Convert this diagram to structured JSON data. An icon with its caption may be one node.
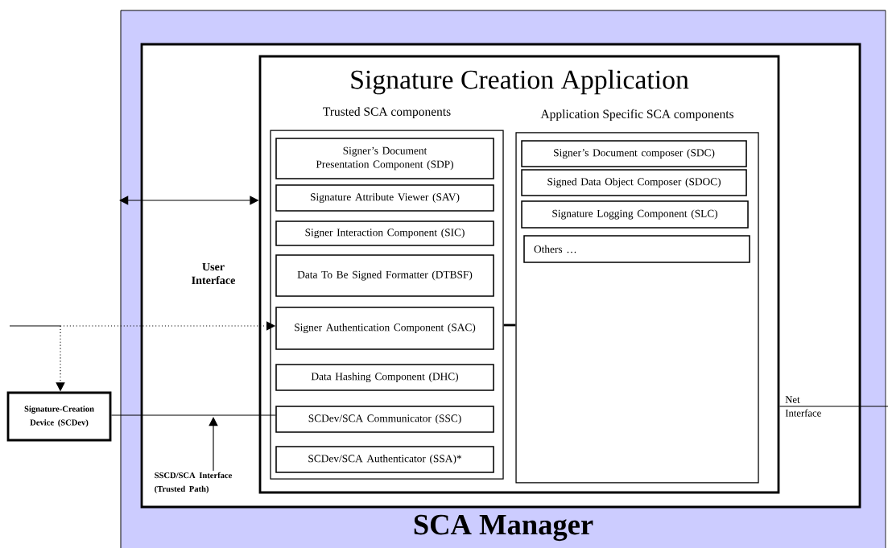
{
  "diagram": {
    "nodes": [
      {
        "text": [
          "SCA Manager"
        ]
      },
      {
        "text": [],
        "shape": "box",
        "in": 0
      },
      {
        "text": [
          "Signature Creation Application"
        ],
        "in": 1
      },
      {
        "text": [
          "Trusted SCA components"
        ],
        "in": 2
      },
      {
        "text": [
          "Signer’s Document Presentation Component (SDP)"
        ],
        "in": 3
      },
      {
        "text": [
          "Signature Attribute Viewer (SAV)"
        ],
        "in": 3
      },
      {
        "text": [
          "Signer Interaction Component (SIC)"
        ],
        "in": 3
      },
      {
        "text": [
          "Data To Be Signed Formatter (DTBSF)"
        ],
        "in": 3
      },
      {
        "text": [
          "Signer Authentication Component (SAC)"
        ],
        "in": 3
      },
      {
        "text": [
          "Data Hashing Component (DHC)"
        ],
        "in": 3
      },
      {
        "text": [
          "SCDev/SCA Communicator (SSC)"
        ],
        "in": 3
      },
      {
        "text": [
          "SCDev/SCA Authenticator (SSA)*"
        ],
        "in": 3
      },
      {
        "text": [
          "Application Specific SCA components"
        ],
        "in": 2
      },
      {
        "text": [
          "Signer’s Document composer (SDC)"
        ],
        "in": 12
      },
      {
        "text": [
          "Signed Data Object Composer (SDOC)"
        ],
        "in": 12
      },
      {
        "text": [
          "Signature Logging Component (SLC)"
        ],
        "in": 12
      },
      {
        "text": [
          "Others …"
        ],
        "in": 12
      },
      {
        "text": [
          "Signature-Creation Device (SCDev)"
        ]
      },
      {
        "text": [
          "SSCD/SCA Interface (Trusted Path)"
        ],
        "in": 1
      }
    ],
    "edges": [
      {
        "from": null,
        "to": 2,
        "arrow": "both"
      },
      {
        "from": null,
        "to": 8,
        "arrow": "to",
        "style": "dashed"
      },
      {
        "from": null,
        "to": 17,
        "arrow": "to",
        "style": "dashed"
      },
      {
        "from": 17,
        "to": 10,
        "arrow": "none"
      },
      {
        "from": 18,
        "to": null,
        "arrow": "to"
      },
      {
        "from": 3,
        "to": 12,
        "arrow": "none",
        "style": "thick"
      },
      {
        "from": 2,
        "to": null,
        "arrow": "none"
      }
    ],
    "labels": [
      "User Interface",
      "Net Interface"
    ]
  }
}
